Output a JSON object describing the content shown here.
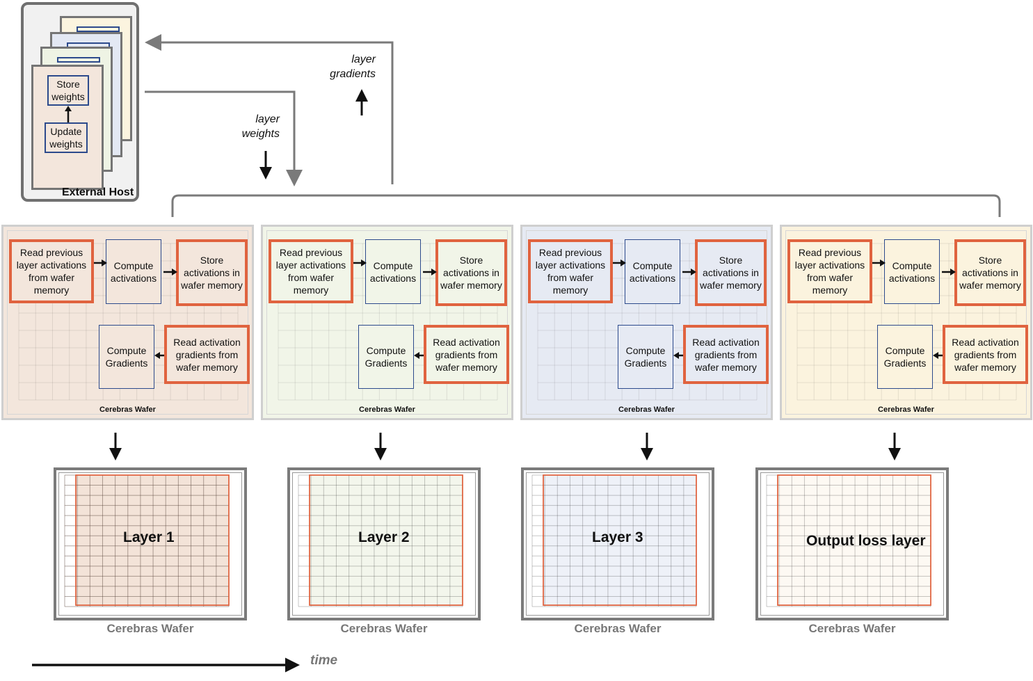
{
  "host": {
    "title": "External Host",
    "store_weights": "Store weights",
    "update_weights": "Update weights",
    "card_colors": [
      "#f3e6dc",
      "#eef3e4",
      "#e3e8f3",
      "#fbf4df"
    ]
  },
  "flows": {
    "layer_weights": "layer weights",
    "layer_gradients": "layer gradients"
  },
  "stages": [
    {
      "bg": "#f3e6dc",
      "read_prev": "Read previous layer activations from wafer memory",
      "compute_act": "Compute activations",
      "store_act": "Store activations in wafer memory",
      "compute_grad": "Compute Gradients",
      "read_grad": "Read activation gradients from wafer memory",
      "label": "Cerebras Wafer"
    },
    {
      "bg": "#f1f5e8",
      "read_prev": "Read previous layer activations from wafer memory",
      "compute_act": "Compute activations",
      "store_act": "Store activations in wafer memory",
      "compute_grad": "Compute Gradients",
      "read_grad": "Read activation gradients from wafer memory",
      "label": "Cerebras Wafer"
    },
    {
      "bg": "#e6eaf3",
      "read_prev": "Read previous layer activations from wafer memory",
      "compute_act": "Compute activations",
      "store_act": "Store activations in wafer memory",
      "compute_grad": "Compute Gradients",
      "read_grad": "Read activation gradients from wafer memory",
      "label": "Cerebras Wafer"
    },
    {
      "bg": "#fbf3de",
      "read_prev": "Read previous layer activations from wafer memory",
      "compute_act": "Compute activations",
      "store_act": "Store activations in wafer memory",
      "compute_grad": "Compute Gradients",
      "read_grad": "Read activation gradients from wafer memory",
      "label": "Cerebras Wafer"
    }
  ],
  "wafers": [
    {
      "layer": "Layer 1",
      "fill": "#f3e3d8",
      "label": "Cerebras Wafer"
    },
    {
      "layer": "Layer 2",
      "fill": "#f3f6ec",
      "label": "Cerebras Wafer"
    },
    {
      "layer": "Layer 3",
      "fill": "#eef1f8",
      "label": "Cerebras Wafer"
    },
    {
      "layer": "Output loss layer",
      "fill": "#fdf9f3",
      "label": "Cerebras Wafer"
    }
  ],
  "colors": {
    "memory_border": "#e0633f",
    "compute_border": "#2c4a8c",
    "connector": "#7a7a7a"
  },
  "timeline": {
    "label": "time"
  }
}
